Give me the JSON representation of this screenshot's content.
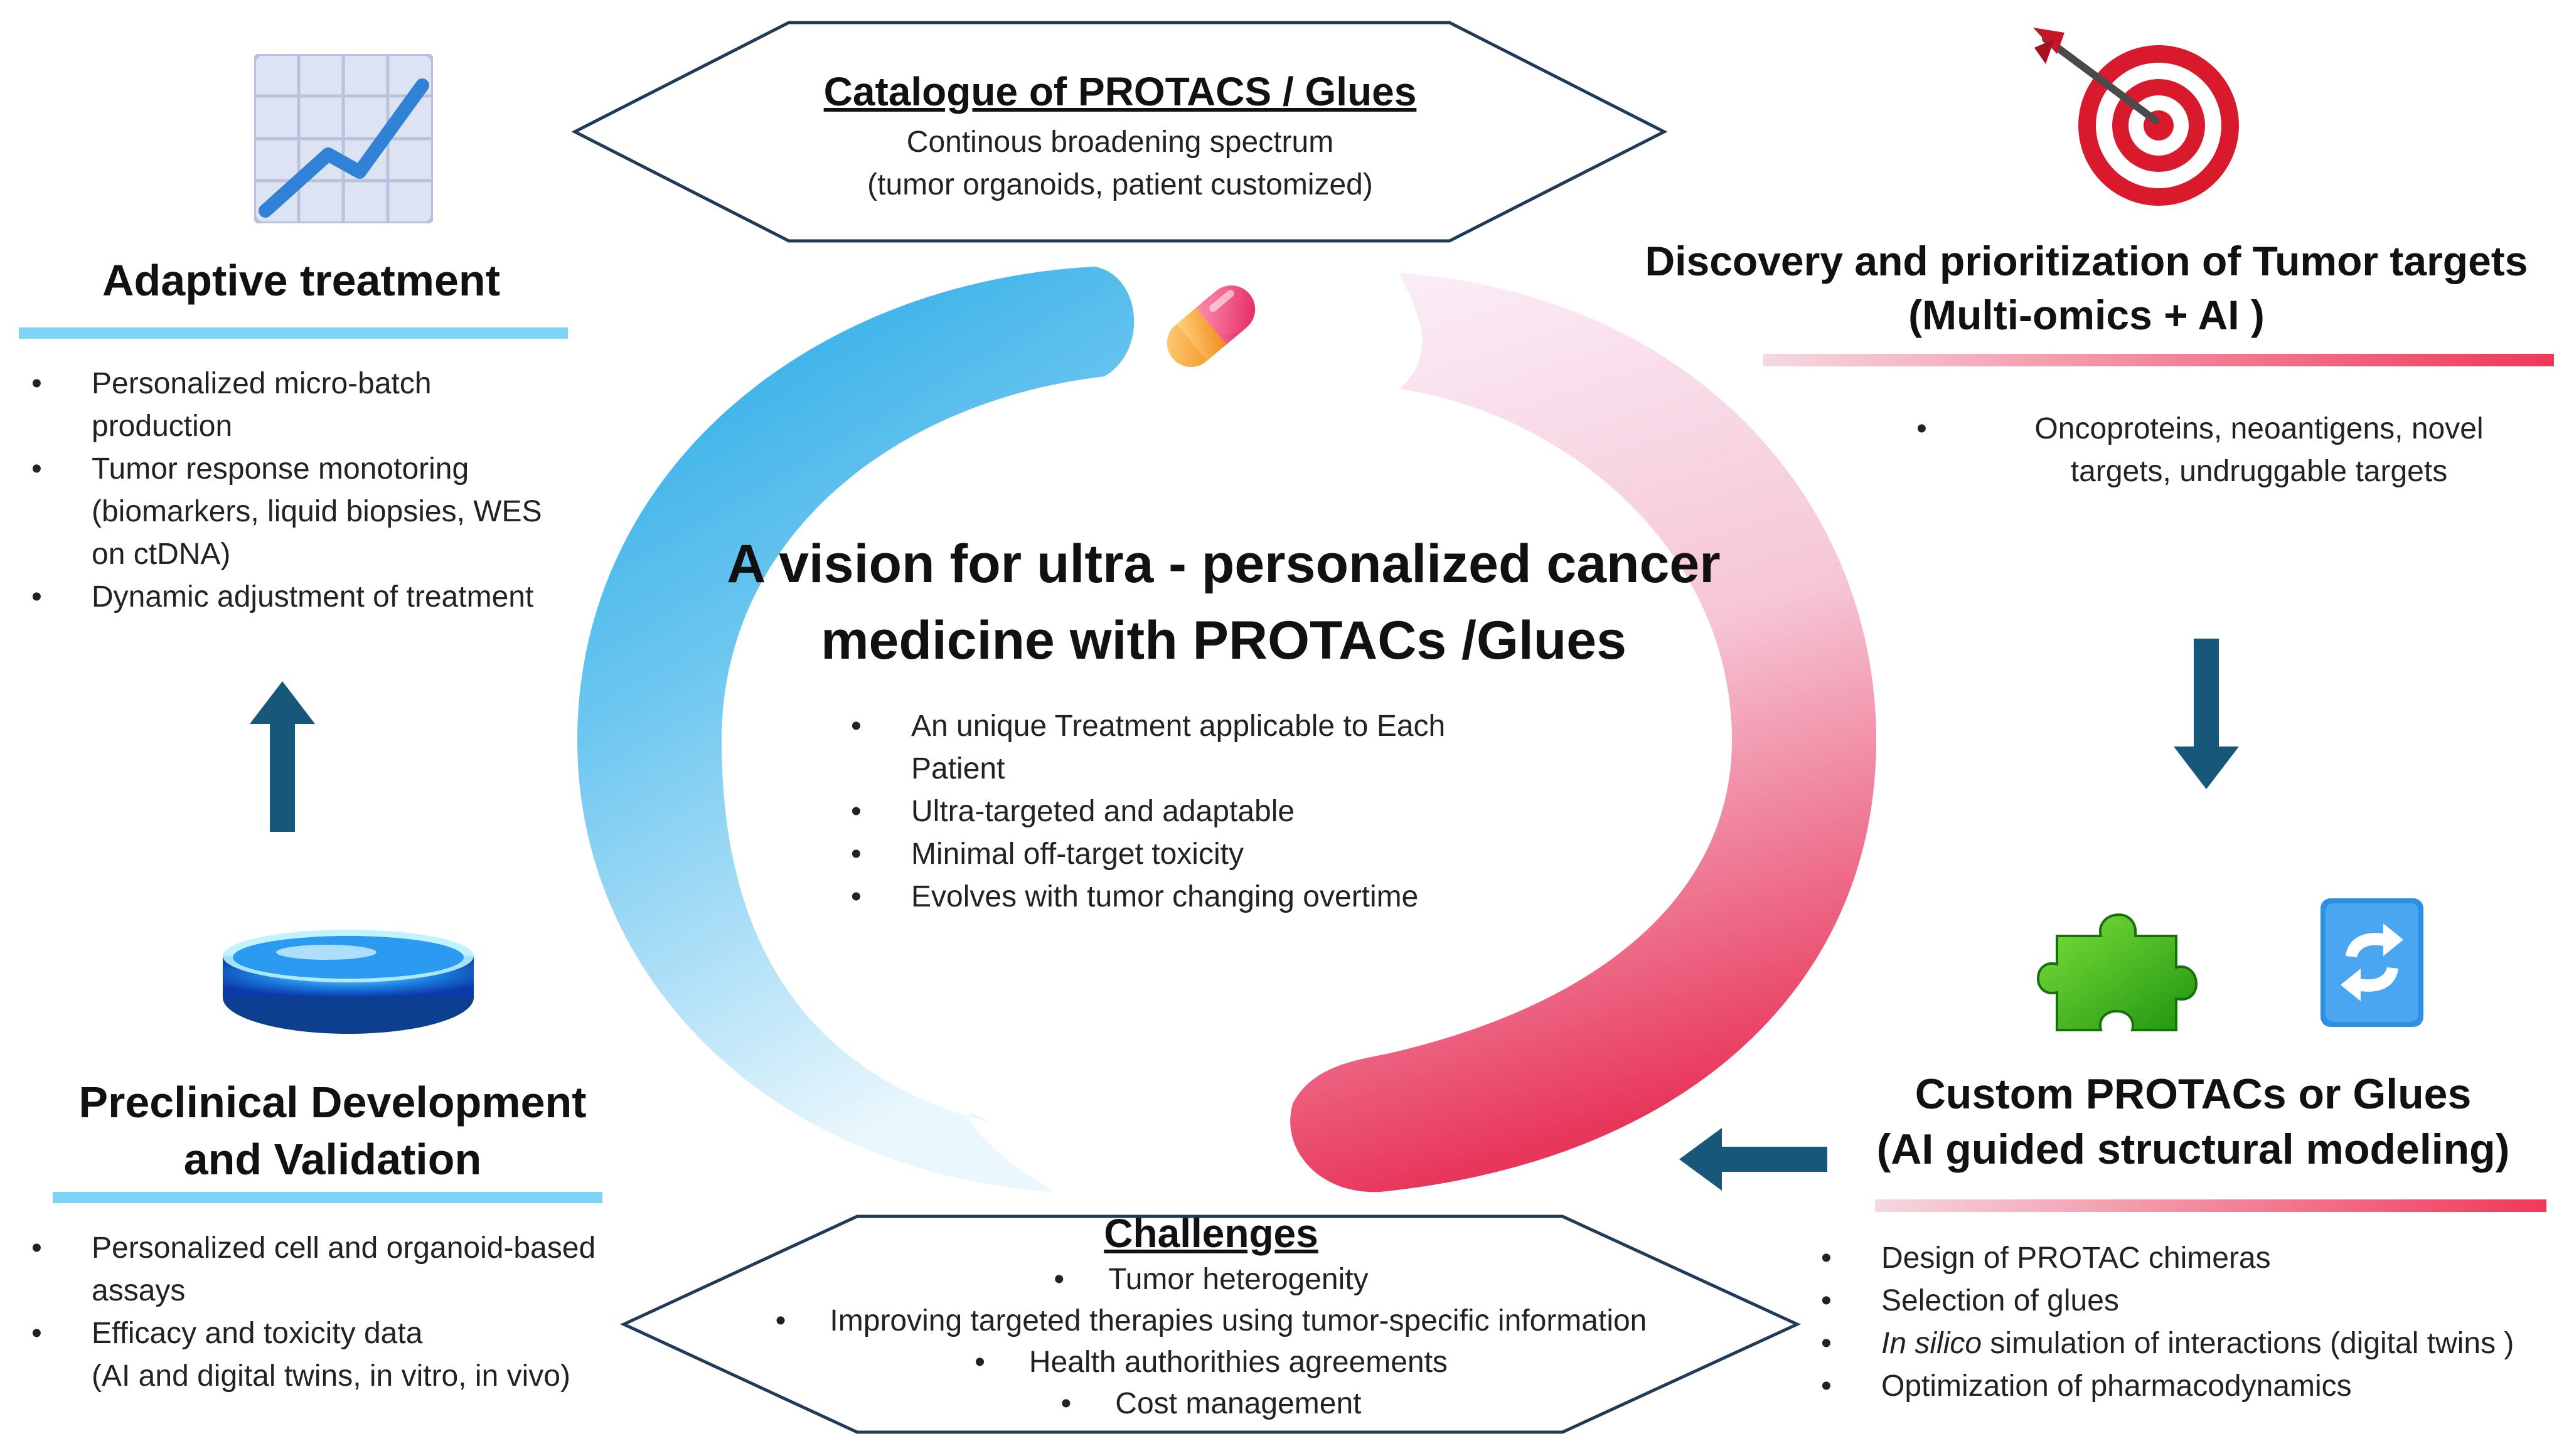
{
  "catalogue": {
    "title": "Catalogue of PROTACS / Glues",
    "line1": "Continous broadening spectrum",
    "line2": "(tumor organoids, patient customized)"
  },
  "adaptive": {
    "title": "Adaptive treatment",
    "bullets": [
      [
        "Personalized micro-batch",
        "production"
      ],
      [
        "Tumor response monotoring",
        "(biomarkers, liquid biopsies, WES",
        "on ctDNA)"
      ],
      [
        "Dynamic adjustment of treatment"
      ]
    ]
  },
  "discovery": {
    "title_line1": "Discovery and prioritization of Tumor targets",
    "title_line2": "(Multi-omics + AI )",
    "bullet_line1": "Oncoproteins, neoantigens, novel",
    "bullet_line2": "targets, undruggable targets"
  },
  "vision": {
    "title_line1": "A vision for ultra - personalized cancer",
    "title_line2": "medicine with PROTACs /Glues",
    "bullets": [
      [
        "An unique Treatment applicable to Each",
        "Patient"
      ],
      [
        "Ultra-targeted and adaptable"
      ],
      [
        "Minimal off-target toxicity"
      ],
      [
        "Evolves with tumor changing overtime"
      ]
    ]
  },
  "preclinical": {
    "title_line1": "Preclinical Development",
    "title_line2": "and Validation",
    "bullets": [
      [
        "Personalized cell and organoid-based",
        "assays"
      ],
      [
        "Efficacy and toxicity data",
        " (AI and digital twins, in vitro, in vivo)"
      ]
    ]
  },
  "custom": {
    "title_line1": "Custom PROTACs or Glues",
    "title_line2": "(AI guided structural modeling)",
    "bullets": [
      "Design of PROTAC chimeras",
      "Selection of glues",
      "simulation of interactions (digital twins )",
      "Optimization of pharmacodynamics"
    ],
    "in_silico": "In silico"
  },
  "challenges": {
    "title": "Challenges",
    "bullets": [
      "Tumor heterogenity",
      "Improving targeted therapies using tumor-specific information",
      "Health authorithies agreements",
      "Cost management"
    ]
  },
  "colors": {
    "arrow": "#17587a",
    "blue_bar": "#7fd3f7",
    "pink_bar": "#f0385a",
    "ring_blue": "#22a9e6",
    "ring_pink": "#e8355a"
  },
  "icons": [
    "chart-icon",
    "pill-icon",
    "target-dart-icon",
    "petri-dish-icon",
    "puzzle-piece-icon",
    "refresh-icon",
    "arrow-up-icon",
    "arrow-down-icon",
    "arrow-left-icon"
  ]
}
